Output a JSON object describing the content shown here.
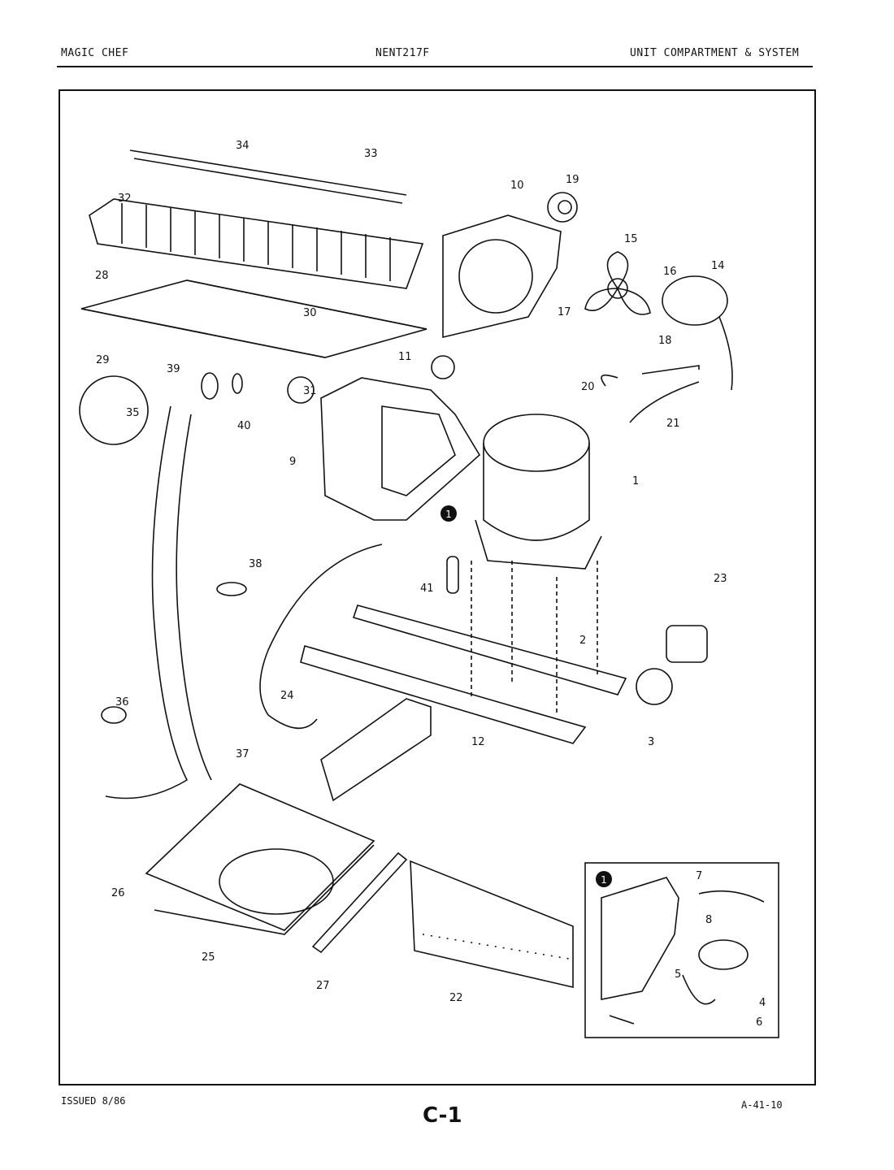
{
  "header": {
    "brand": "MAGIC CHEF",
    "model": "NENT217F",
    "section": "UNIT COMPARTMENT & SYSTEM"
  },
  "footer": {
    "issued": "ISSUED 8/86",
    "page": "C-1",
    "code": "A-41-10"
  },
  "callout_marker": "1",
  "part_labels": [
    "1",
    "2",
    "3",
    "4",
    "5",
    "6",
    "7",
    "8",
    "9",
    "10",
    "11",
    "12",
    "14",
    "15",
    "16",
    "17",
    "18",
    "19",
    "20",
    "21",
    "22",
    "23",
    "24",
    "25",
    "26",
    "27",
    "28",
    "29",
    "30",
    "31",
    "32",
    "33",
    "34",
    "35",
    "36",
    "37",
    "38",
    "39",
    "40",
    "41"
  ]
}
